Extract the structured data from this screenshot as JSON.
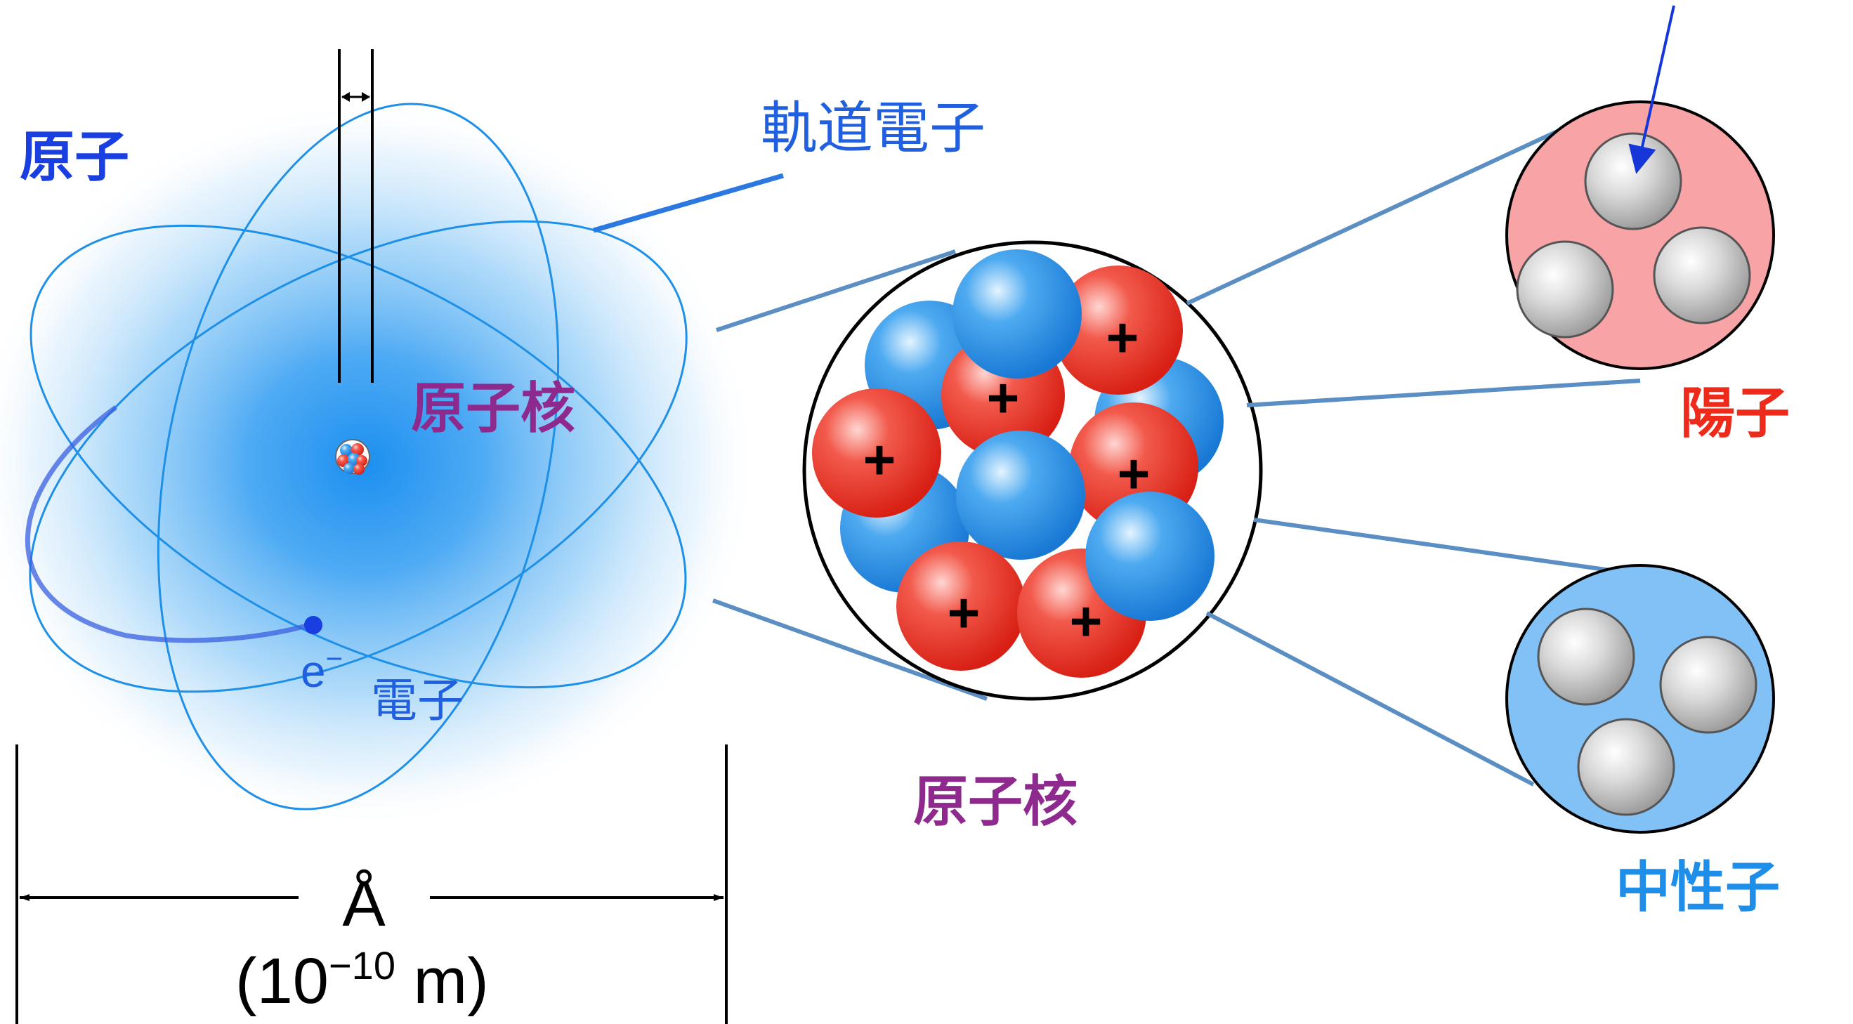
{
  "labels": {
    "atom": "原子",
    "nucleus_center": "原子核",
    "orbital_electron": "軌道電子",
    "electron_symbol": "e",
    "electron_charge": "−",
    "electron": "電子",
    "nucleus_below": "原子核",
    "proton": "陽子",
    "neutron": "中性子",
    "angstrom": "Å",
    "scale_open": "(10",
    "scale_exp": "−10",
    "scale_unit": " m)",
    "plus": "+"
  },
  "colors": {
    "atom_label": "#1a3fe0",
    "nucleus_label": "#8e2a8e",
    "orbital_text": "#2060e0",
    "electron_text": "#2060e0",
    "proton_label": "#ee2a1a",
    "neutron_label": "#1f8ee8",
    "orbit_line": "#1e90e8",
    "connector_line": "#5b8fc4",
    "proton_circle": "#f8a3a6",
    "neutron_circle": "#82c1f5",
    "proton_ball": "#e8352a",
    "neutron_ball": "#2f95e6",
    "quark": "#cfcfcf",
    "arrow": "#1636d8",
    "black": "#000000"
  }
}
